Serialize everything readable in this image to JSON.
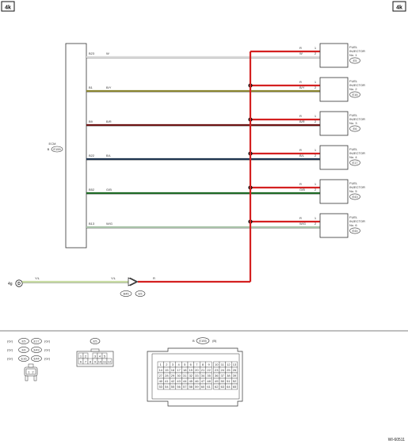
{
  "page_tag": "4k",
  "figure_id": "WI-60511",
  "ecm": {
    "label": "ECM",
    "connector_prefix": "B",
    "connector": "E155"
  },
  "injector": {
    "label_line1": "FUEL",
    "label_line2": "INJECTOR"
  },
  "wires": [
    {
      "ecm_pin": "B23",
      "signal_color_code": "W",
      "signal_color": "#dcdcdc",
      "inj_pin_power": "1",
      "inj_pin_signal": "2",
      "power_code": "R",
      "injector_no": "No. 1",
      "connector": "E5"
    },
    {
      "ecm_pin": "B1",
      "signal_color_code": "B/Y",
      "signal_color": "#8a8530",
      "inj_pin_power": "1",
      "inj_pin_signal": "2",
      "power_code": "R",
      "injector_no": "No. 2",
      "connector": "E16"
    },
    {
      "ecm_pin": "B9",
      "signal_color_code": "B/R",
      "signal_color": "#6e1414",
      "inj_pin_power": "1",
      "inj_pin_signal": "2",
      "power_code": "R",
      "injector_no": "No. 3",
      "connector": "E6"
    },
    {
      "ecm_pin": "B22",
      "signal_color_code": "B/L",
      "signal_color": "#1f3550",
      "inj_pin_power": "1",
      "inj_pin_signal": "2",
      "power_code": "R",
      "injector_no": "No. 4",
      "connector": "E17"
    },
    {
      "ecm_pin": "B52",
      "signal_color_code": "G/B",
      "signal_color": "#1e6a25",
      "inj_pin_power": "1",
      "inj_pin_signal": "2",
      "power_code": "R",
      "injector_no": "No. 5",
      "connector": "E43"
    },
    {
      "ecm_pin": "B13",
      "signal_color_code": "W/G",
      "signal_color": "#a9c3a9",
      "inj_pin_power": "1",
      "inj_pin_signal": "2",
      "power_code": "R",
      "injector_no": "No. 6",
      "connector": "E44"
    }
  ],
  "power_feed": {
    "source_page": "4g",
    "source_letter": "D",
    "color_code_in": "Y/L",
    "color_code_mid": "Y/L",
    "color_code_out": "R",
    "in_color": "#c8dca4",
    "out_color": "#d42020",
    "connector_a": "B45",
    "connector_b": "E5"
  },
  "legend": {
    "row1": [
      "(Gr)",
      "E5",
      "E17",
      "(Gr)"
    ],
    "row2": [
      "(Gr)",
      "E6",
      "E43",
      "(Gr)"
    ],
    "row3": [
      "(Gr)",
      "E16",
      "E44",
      "(Gr)"
    ],
    "inj_connector_pins": [
      "1",
      "2"
    ],
    "e5_label": "E5",
    "e5_pins_top": [
      "1",
      "2",
      "",
      "3",
      "4",
      "5"
    ],
    "e5_pins_bottom": [
      "6",
      "7",
      "8",
      "9",
      "10",
      "11",
      "12"
    ],
    "ecm_conn_prefix": "B",
    "ecm_conn_label": "E155",
    "ecm_conn_suffix": "(B)",
    "ecm_pin_rows": [
      [
        "1",
        "2",
        "3",
        "4",
        "5",
        "6",
        "7",
        "8",
        "9",
        "10",
        "11",
        "12",
        "13"
      ],
      [
        "14",
        "15",
        "16",
        "17",
        "18",
        "19",
        "20",
        "21",
        "22",
        "23",
        "24",
        "25",
        "26"
      ],
      [
        "27",
        "28",
        "29",
        "30",
        "31",
        "32",
        "33",
        "34",
        "35",
        "36",
        "37",
        "38",
        "39"
      ],
      [
        "40",
        "41",
        "42",
        "43",
        "44",
        "45",
        "46",
        "47",
        "48",
        "49",
        "50",
        "51",
        "52"
      ],
      [
        "53",
        "54",
        "55",
        "56",
        "57",
        "58",
        "59",
        "60",
        "61",
        "62",
        "63",
        "64",
        "65"
      ]
    ]
  },
  "colors": {
    "power": "#d42020",
    "line": "#333333"
  }
}
